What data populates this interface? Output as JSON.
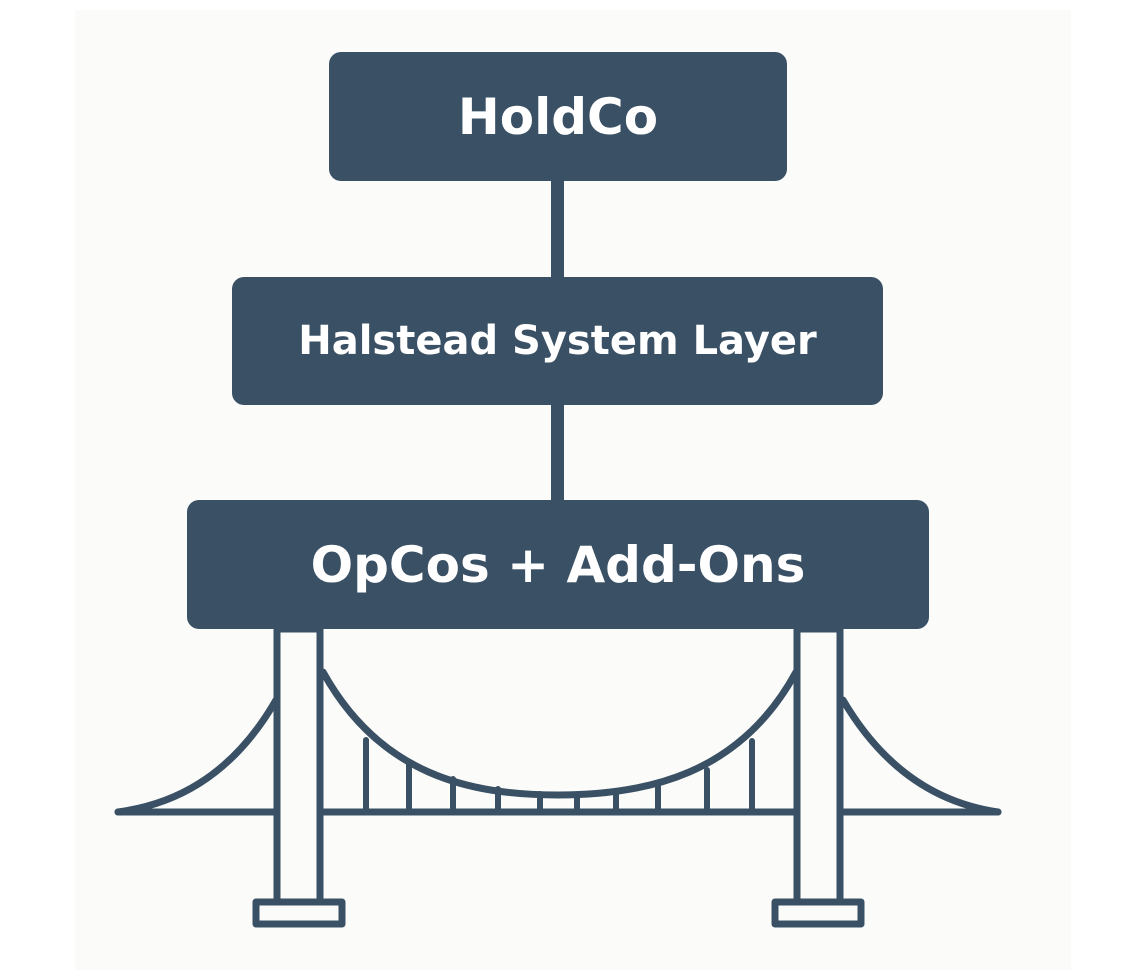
{
  "diagram": {
    "levels": [
      {
        "id": "top",
        "label": "HoldCo"
      },
      {
        "id": "middle",
        "label": "Halstead System Layer"
      },
      {
        "id": "bottom",
        "label": "OpCos + Add-Ons"
      }
    ],
    "illustration": "suspension-bridge-icon",
    "colors": {
      "box_fill": "#3a5065",
      "box_text": "#ffffff",
      "line": "#3a5065",
      "background": "#fbfbfa"
    }
  }
}
